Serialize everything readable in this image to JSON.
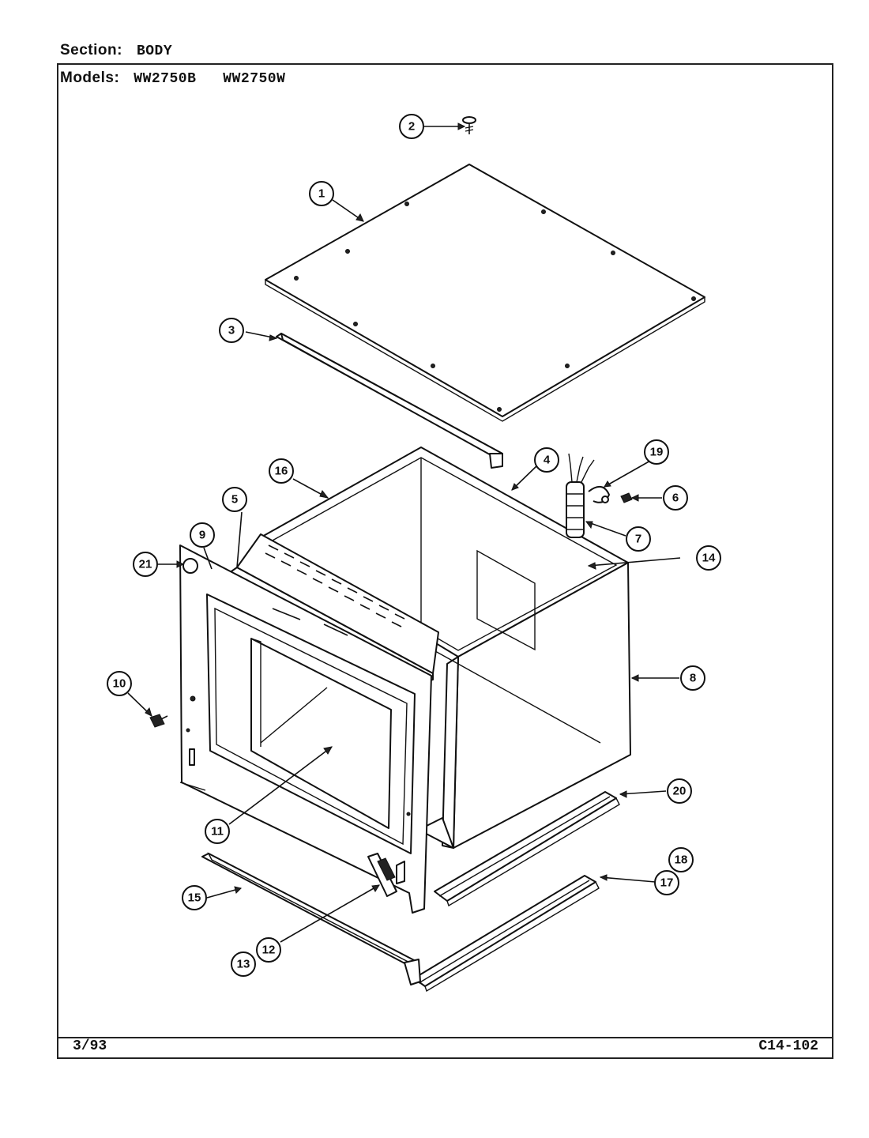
{
  "header": {
    "section_label": "Section:",
    "section_value": "BODY",
    "models_label": "Models:",
    "models_value": "WW2750B   WW2750W"
  },
  "footer": {
    "date": "3/93",
    "code": "C14-102"
  },
  "callouts": [
    {
      "id": "1",
      "label": "1"
    },
    {
      "id": "2",
      "label": "2"
    },
    {
      "id": "3",
      "label": "3"
    },
    {
      "id": "4",
      "label": "4"
    },
    {
      "id": "5",
      "label": "5"
    },
    {
      "id": "6",
      "label": "6"
    },
    {
      "id": "7",
      "label": "7"
    },
    {
      "id": "8",
      "label": "8"
    },
    {
      "id": "9",
      "label": "9"
    },
    {
      "id": "10",
      "label": "10"
    },
    {
      "id": "11",
      "label": "11"
    },
    {
      "id": "12",
      "label": "12"
    },
    {
      "id": "13",
      "label": "13"
    },
    {
      "id": "14",
      "label": "14"
    },
    {
      "id": "15",
      "label": "15"
    },
    {
      "id": "16",
      "label": "16"
    },
    {
      "id": "17",
      "label": "17"
    },
    {
      "id": "18",
      "label": "18"
    },
    {
      "id": "19",
      "label": "19"
    },
    {
      "id": "20",
      "label": "20"
    },
    {
      "id": "21",
      "label": "21"
    }
  ]
}
